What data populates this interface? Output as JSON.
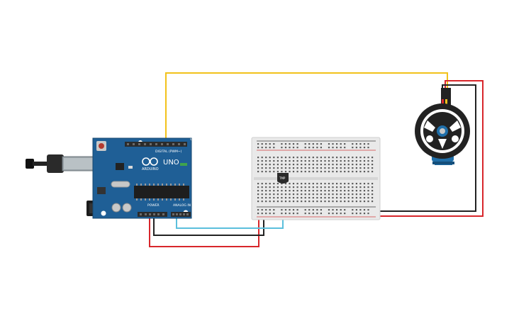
{
  "arduino": {
    "brand": "ARDUINO",
    "model": "UNO",
    "digital_label": "DIGITAL (PWM~)",
    "power_label": "POWER",
    "analog_label": "ANALOG IN",
    "color_board": "#1f5f96",
    "color_header": "#2b2b2b"
  },
  "sensor": {
    "label": "TMP"
  },
  "wires": {
    "signal_color": "#f2c21b",
    "power_color": "#d8262b",
    "ground_color": "#222222",
    "analog_color": "#5bbfdc"
  },
  "icons": {
    "usb": "usb-connector-icon",
    "barrel": "barrel-jack-icon",
    "servo": "servo-motor-icon"
  }
}
